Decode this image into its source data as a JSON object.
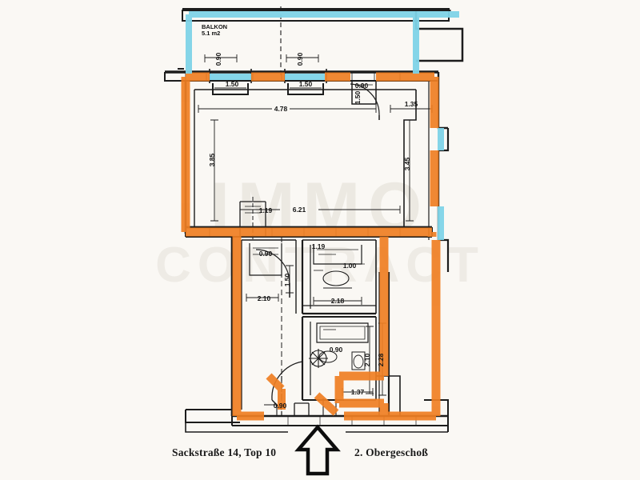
{
  "document": {
    "type": "floor-plan",
    "background_color": "#faf8f4",
    "ink_color": "#1a1a1a"
  },
  "captions": {
    "address": "Sackstraße 14, Top 10",
    "floor": "2. Obergeschoß"
  },
  "watermark": {
    "line1": "IMMO",
    "line2": "CONTRACT",
    "color": "#eae7e0"
  },
  "highlights": {
    "wall_color": "#f07f23",
    "balcony_color": "#7fd4e8",
    "wall_label": "apartment-boundary",
    "balcony_label": "balcony-boundary"
  },
  "rooms": [
    {
      "name": "BALKON",
      "area_label": "5.1 m2"
    }
  ],
  "dimensions": {
    "living_width": "4.78",
    "living_height": "3.85",
    "right_height": "3.45",
    "right_width": "1.35",
    "corridor_width": "6.21",
    "bath_width": "2.18",
    "bath_label": "1.00",
    "small_room": "2.10",
    "entry_width": "1.37",
    "kitchen_tag": "2.10",
    "niche_tag": "1.19",
    "side_tag_1": "1.50",
    "side_tag_2": "2.28",
    "wc_tag": "0.90"
  },
  "arrow": {
    "name": "entrance-arrow",
    "direction": "up",
    "color": "#0d0d0d"
  }
}
